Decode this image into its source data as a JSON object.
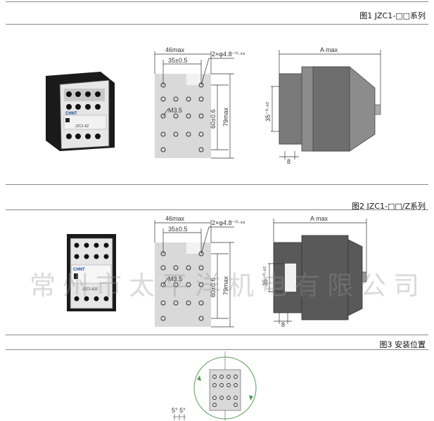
{
  "figures": [
    {
      "title": "图1 JZC1-□□系列",
      "front": {
        "width": "46max",
        "pitch": "35±0.5",
        "holes": "2×φ4.8⁻⁰⋅⁴⁸",
        "screw": "M3.5",
        "height": "60±0.6",
        "height_max": "79max"
      },
      "side": {
        "depth": "A max",
        "rail": "35⁻⁰⋅⁶²",
        "offset": "8"
      },
      "product": {
        "brand": "CHNT",
        "model": "JZC1-62"
      }
    },
    {
      "title": "图2 JZC1-□□/Z系列",
      "front": {
        "width": "46max",
        "pitch": "35±0.5",
        "holes": "2×φ4.8⁻⁰⋅⁴⁸",
        "screw": "M3.5",
        "height": "60±0.6",
        "height_max": "79max"
      },
      "side": {
        "depth": "A max",
        "rail": "35⁻⁰⋅⁶²",
        "offset": "8"
      },
      "product": {
        "brand": "CHNT",
        "model": "JZC1-62Z"
      }
    },
    {
      "title": "图3 安装位置",
      "angles": "5° 5°"
    }
  ],
  "watermark": "常州市太平洋机电有限公司",
  "colors": {
    "drawing_bg": "#d9d9d9",
    "body_dark": "#595959",
    "body_mid": "#7f7f7f",
    "circle": "#5a9a5a"
  }
}
